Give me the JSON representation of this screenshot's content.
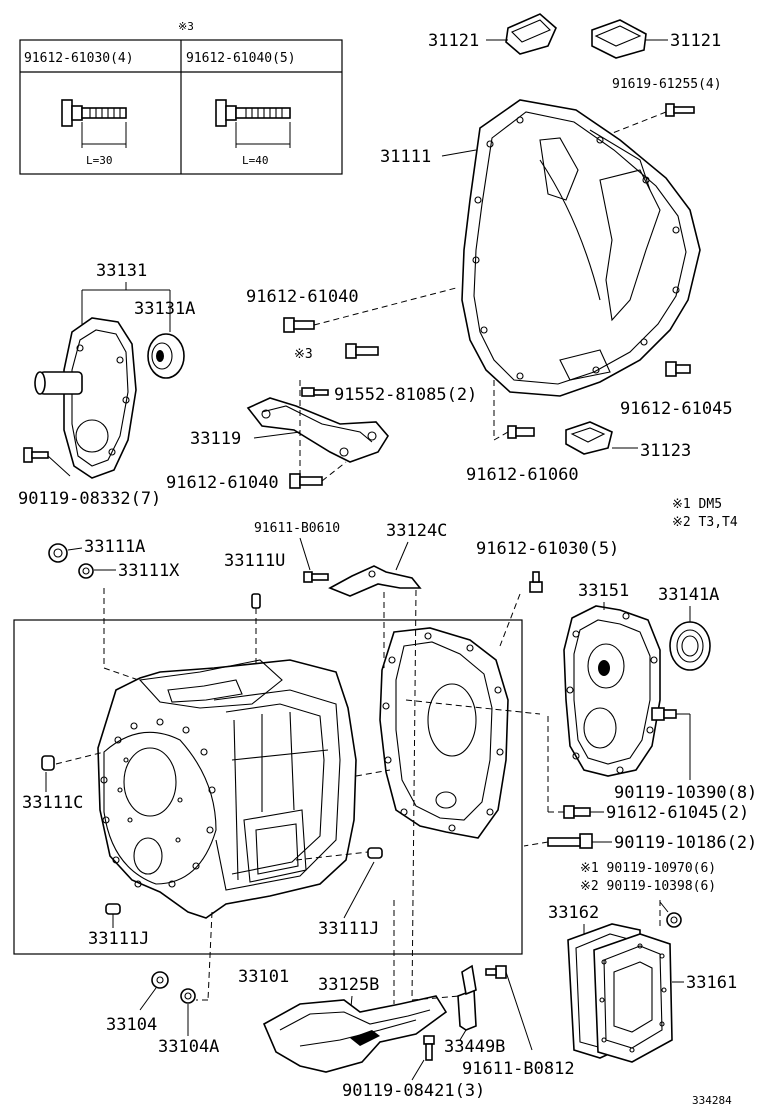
{
  "diagram": {
    "inset": {
      "marker": "※3",
      "left_header": "91612-61030(4)",
      "right_header": "91612-61040(5)",
      "left_dim": "L=30",
      "right_dim": "L=40"
    },
    "notes": {
      "note1": "※1 DM5",
      "note2": "※2 T3,T4"
    },
    "labels": {
      "l31121a": "31121",
      "l31121b": "31121",
      "l91619": "91619-61255(4)",
      "l31111": "31111",
      "l33131": "33131",
      "l33131a": "33131A",
      "l91612_61040a": "91612-61040",
      "l3mark": "※3",
      "l91552": "91552-81085(2)",
      "l33119": "33119",
      "l91612_61040b": "91612-61040",
      "l90119_08332": "90119-08332(7)",
      "l91612_61045a": "91612-61045",
      "l31123": "31123",
      "l91612_61060": "91612-61060",
      "l33111a": "33111A",
      "l33111x": "33111X",
      "l91611_b0610": "91611-B0610",
      "l33124c": "33124C",
      "l33111u": "33111U",
      "l91612_61030": "91612-61030(5)",
      "l33151": "33151",
      "l33141a": "33141A",
      "l33111c": "33111C",
      "l90119_10390": "90119-10390(8)",
      "l91612_61045b": "91612-61045(2)",
      "l90119_10186": "90119-10186(2)",
      "l90119_10970": "※1 90119-10970(6)",
      "l90119_10398": "※2 90119-10398(6)",
      "l33111j_a": "33111J",
      "l33111j_b": "33111J",
      "l33162": "33162",
      "l33161": "33161",
      "l33101": "33101",
      "l33125b": "33125B",
      "l33104": "33104",
      "l33104a": "33104A",
      "l33449b": "33449B",
      "l91611_b0812": "91611-B0812",
      "l90119_08421": "90119-08421(3)"
    },
    "figure_id": "334284"
  }
}
